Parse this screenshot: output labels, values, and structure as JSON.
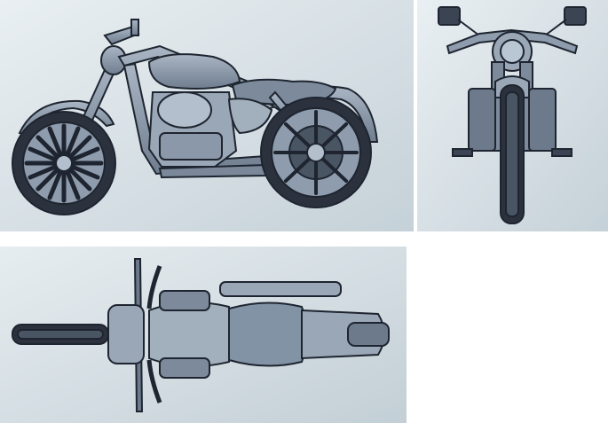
{
  "figure": {
    "views": [
      {
        "id": "side",
        "label": ""
      },
      {
        "id": "front",
        "label": ""
      },
      {
        "id": "top",
        "label": ""
      }
    ],
    "colors": {
      "background_light": "#e6edf0",
      "background_dark": "#c4d0d7",
      "body": "#8e9cad",
      "body_dark": "#6c7a8c",
      "line": "#1e2530",
      "highlight": "#b9c6d3"
    }
  }
}
